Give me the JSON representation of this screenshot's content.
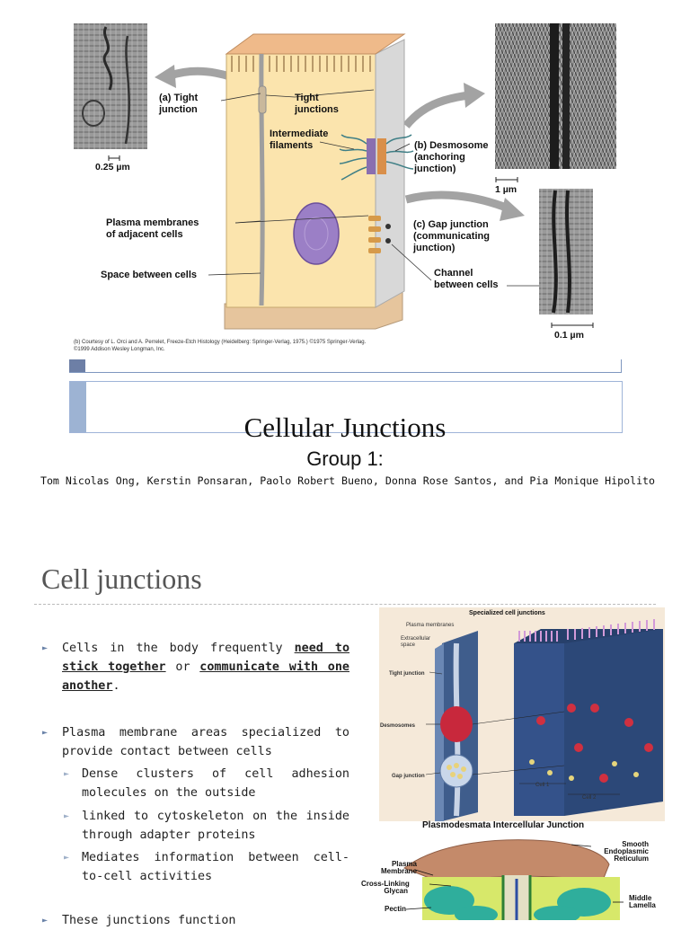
{
  "slide1": {
    "figure": {
      "label_tight_junction": "(a) Tight\njunction",
      "label_tight_junctions": "Tight\njunctions",
      "label_intermediate_filaments": "Intermediate\nfilaments",
      "label_desmosome": "(b) Desmosome\n(anchoring\njunction)",
      "label_gap_junction": "(c) Gap junction\n(communicating\njunction)",
      "label_plasma_membranes": "Plasma membranes\nof adjacent cells",
      "label_space_between_cells": "Space between cells",
      "label_channel_between_cells": "Channel\nbetween cells",
      "scale_a": "0.25 µm",
      "scale_b": "1 µm",
      "scale_c": "0.1 µm",
      "credit_line_1": "(b) Courtesy of L. Orci and A. Perrelet, Freeze-Etch Histology (Heidelberg: Springer-Verlag, 1975.) ©1975 Springer-Verlag.",
      "credit_line_2": "©1999 Addison Wesley Longman, Inc."
    },
    "title": "Cellular Junctions",
    "subtitle": "Group 1:",
    "authors": "Tom Nicolas Ong, Kerstin Ponsaran, Paolo Robert Bueno, Donna Rose Santos, and Pia Monique Hipolito"
  },
  "slide2": {
    "title": "Cell junctions",
    "bullet1": {
      "pre": "Cells in the body frequently ",
      "u1": "need to stick together",
      "mid": " or ",
      "u2": "communicate with one another",
      "post": "."
    },
    "bullet2": "Plasma membrane areas specialized to provide contact between cells",
    "sub_bullets": [
      "Dense clusters of cell adhesion molecules on the outside",
      "linked to cytoskeleton on the inside through adapter proteins",
      "Mediates information between cell-to-cell activities"
    ],
    "bullet3": "These junctions function",
    "figure1": {
      "title": "Specialized cell junctions",
      "label_plasma_membranes": "Plasma membranes",
      "label_extracellular_space": "Extracellular\nspace",
      "label_tight_junction": "Tight junction",
      "label_desmosomes": "Desmosomes",
      "label_gap_junction": "Gap junction",
      "label_cell1": "Cell 1",
      "label_cell2": "Cell 2"
    },
    "figure2": {
      "title": "Plasmodesmata Intercellular Junction",
      "label_smooth_er": "Smooth\nEndoplasmic\nReticulum",
      "label_plasma_membrane": "Plasma\nMembrane",
      "label_glycan": "Cross-Linking\nGlycan",
      "label_pectin": "Pectin",
      "label_middle_lamella": "Middle\nLamella"
    }
  }
}
